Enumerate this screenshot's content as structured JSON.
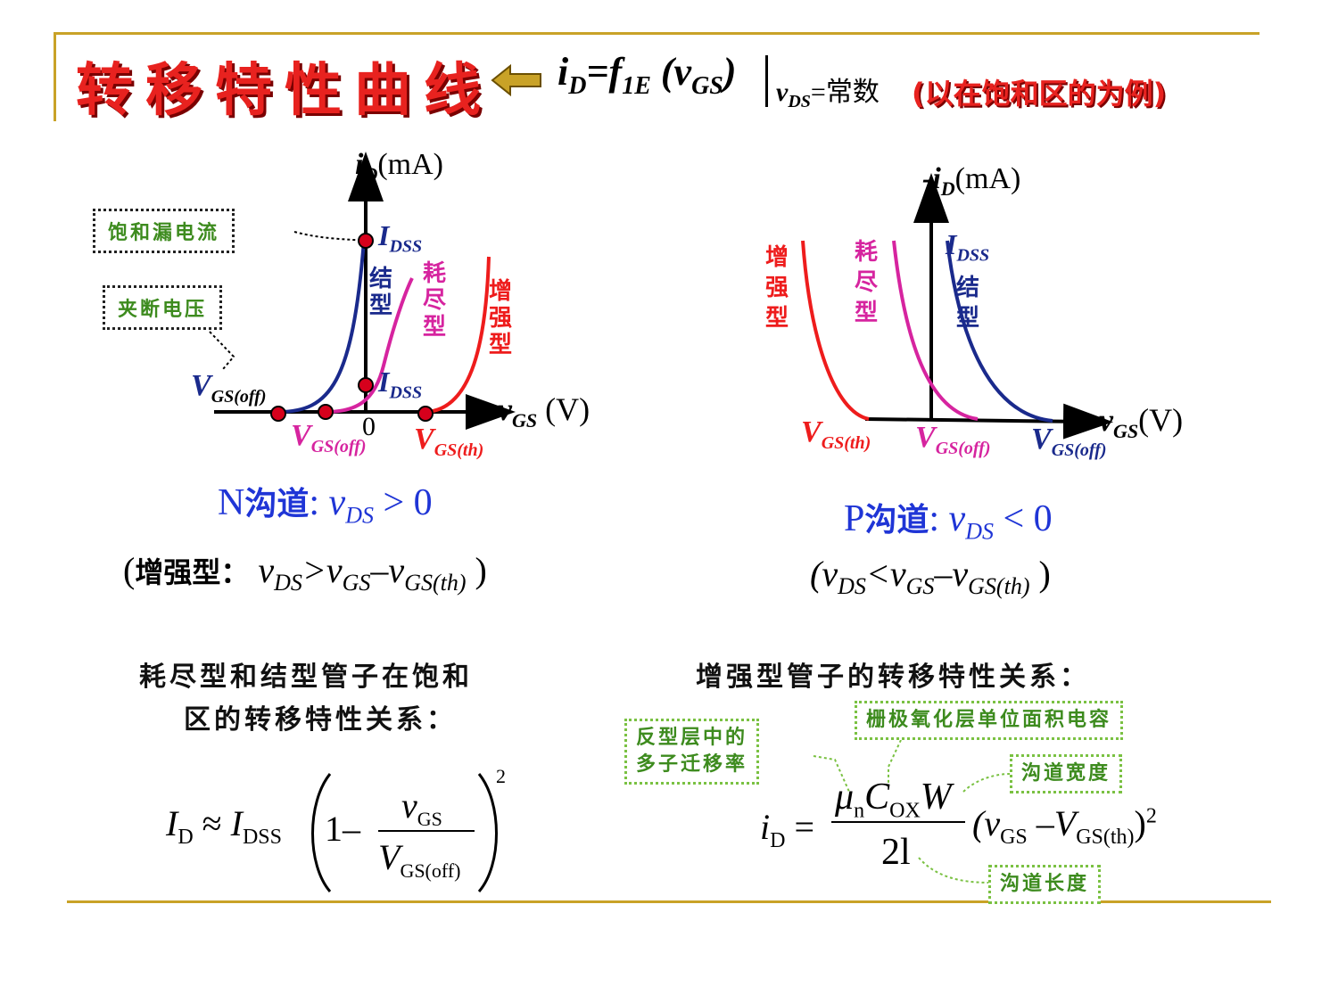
{
  "header": {
    "title": "转移特性曲线",
    "formula_i": "i",
    "formula_i_sub": "D",
    "formula_eq": "=f",
    "formula_f_sub": "1E",
    "formula_arg": " (v",
    "formula_arg_sub": "GS",
    "formula_close": ")",
    "condition_v": "v",
    "condition_sub": "DS",
    "condition_text": "=常数",
    "note": "(以在饱和区的为例)",
    "colors": {
      "title": "#e8221f",
      "accent_rule": "#c9a227",
      "arrow_fill": "#c9a227"
    }
  },
  "n_chart": {
    "y_axis_label": "i",
    "y_axis_label_sub": "D",
    "y_axis_unit": "(mA)",
    "x_axis_label": "v",
    "x_axis_label_sub": "GS",
    "x_axis_unit": " (V)",
    "zero": "0",
    "idss_top": "I",
    "idss_top_sub": "DSS",
    "idss_mid": "I",
    "idss_mid_sub": "DSS",
    "label_junction": [
      "结",
      "型"
    ],
    "label_depletion": [
      "耗",
      "尽",
      "型"
    ],
    "label_enhancement": [
      "增",
      "强",
      "型"
    ],
    "vgs_off_left": "V",
    "vgs_off_left_sub": "GS(off)",
    "vgs_off_mid": "V",
    "vgs_off_mid_sub": "GS(off)",
    "vgs_th": "V",
    "vgs_th_sub": "GS(th)",
    "callout_saturation": "饱和漏电流",
    "callout_pinchoff": "夹断电压",
    "caption_prefix": "N",
    "caption_cn": "沟道",
    "caption_rest": ": ",
    "caption_v": "v",
    "caption_sub": "DS",
    "caption_cmp": " > 0",
    "condition_open": "(",
    "condition_cn": "增强型：",
    "condition_v1": " v",
    "condition_v1_sub": "DS",
    "condition_gt": ">v",
    "condition_v2_sub": "GS",
    "condition_minus": "–v",
    "condition_v3_sub": "GS(th)",
    "condition_close": " )",
    "colors": {
      "junction": "#1a2a8c",
      "depletion": "#d6249f",
      "enhancement": "#ee1c1c",
      "axis": "#000000",
      "dot": "#d6001c"
    }
  },
  "p_chart": {
    "y_axis_label": "-i",
    "y_axis_label_sub": "D",
    "y_axis_unit": "(mA)",
    "x_axis_label": "v",
    "x_axis_label_sub": "GS",
    "x_axis_unit": "(V)",
    "idss": "I",
    "idss_sub": "DSS",
    "label_enhancement": [
      "增",
      "强",
      "型"
    ],
    "label_depletion": [
      "耗",
      "尽",
      "型"
    ],
    "label_junction": [
      "结",
      "型"
    ],
    "vgs_th": "V",
    "vgs_th_sub": "GS(th)",
    "vgs_off_mid": "V",
    "vgs_off_mid_sub": "GS(off)",
    "vgs_off_right": "V",
    "vgs_off_right_sub": "GS(off)",
    "caption_prefix": "P",
    "caption_cn": "沟道",
    "caption_rest": ": ",
    "caption_v": "v",
    "caption_sub": "DS",
    "caption_cmp": " < 0",
    "condition_open": "(v",
    "condition_v1_sub": "DS",
    "condition_lt": "<v",
    "condition_v2_sub": "GS",
    "condition_minus": "–v",
    "condition_v3_sub": "GS(th)",
    "condition_close": " )"
  },
  "left_eq": {
    "heading_line1": "耗尽型和结型管子在饱和",
    "heading_line2": "区的转移特性关系：",
    "I": "I",
    "I_sub": "D",
    "approx": "≈",
    "I2": "I",
    "I2_sub": "DSS",
    "one_minus": "1–",
    "num": "v",
    "num_sub": "GS",
    "den": "V",
    "den_sub": "GS(off)",
    "power": "2"
  },
  "right_eq": {
    "heading": "增强型管子的转移特性关系：",
    "i": "i",
    "i_sub": "D",
    "eq": "=",
    "mu": "μ",
    "mu_sub": "n",
    "C": "C",
    "C_sub": "OX",
    "W": "W",
    "den": "2l",
    "paren_open": "(v",
    "v_sub": "GS",
    "minus": " –V",
    "V_sub": "GS(th)",
    "paren_close": ")",
    "power": "2",
    "callout_mobility_line1": "反型层中的",
    "callout_mobility_line2": "多子迁移率",
    "callout_capacitance": "栅极氧化层单位面积电容",
    "callout_width": "沟道宽度",
    "callout_length": "沟道长度",
    "colors": {
      "callout_border": "#7ac142",
      "callout_text": "#3d8b1e"
    }
  }
}
